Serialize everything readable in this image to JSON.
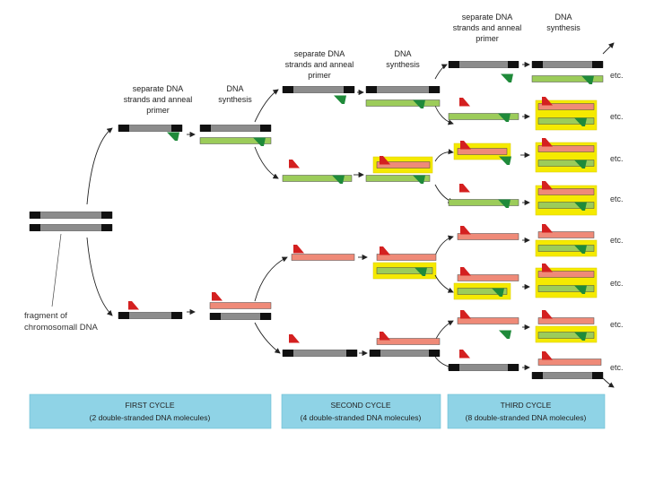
{
  "colors": {
    "parent_strand": "#8c8c8c",
    "end_cap": "#111111",
    "new_strand_green": "#9ccc5a",
    "new_strand_red": "#ef8a78",
    "primer_green": "#1f8a3a",
    "primer_red": "#d42020",
    "highlight": "#f5ea00",
    "cycle_band": "#8fd3e6",
    "arrow": "#222222"
  },
  "labels": {
    "left_caption_line1": "fragment of",
    "left_caption_line2": "chromosomall DNA",
    "c1_separate_line1": "separate DNA",
    "c1_separate_line2": "strands and anneal",
    "c1_separate_line3": "primer",
    "c1_synth_line1": "DNA",
    "c1_synth_line2": "synthesis",
    "c2_separate_line1": "separate DNA",
    "c2_separate_line2": "strands and anneal",
    "c2_separate_line3": "primer",
    "c2_synth_line1": "DNA",
    "c2_synth_line2": "synthesis",
    "c3_separate_line1": "separate DNA",
    "c3_separate_line2": "strands and anneal",
    "c3_separate_line3": "primer",
    "c3_synth_line1": "DNA",
    "c3_synth_line2": "synthesis",
    "etc": "etc."
  },
  "cycles": [
    {
      "title": "FIRST CYCLE",
      "subtitle": "(2 double-stranded DNA molecules)"
    },
    {
      "title": "SECOND CYCLE",
      "subtitle": "(4 double-stranded DNA molecules)"
    },
    {
      "title": "THIRD CYCLE",
      "subtitle": "(8 double-stranded DNA molecules)"
    }
  ]
}
